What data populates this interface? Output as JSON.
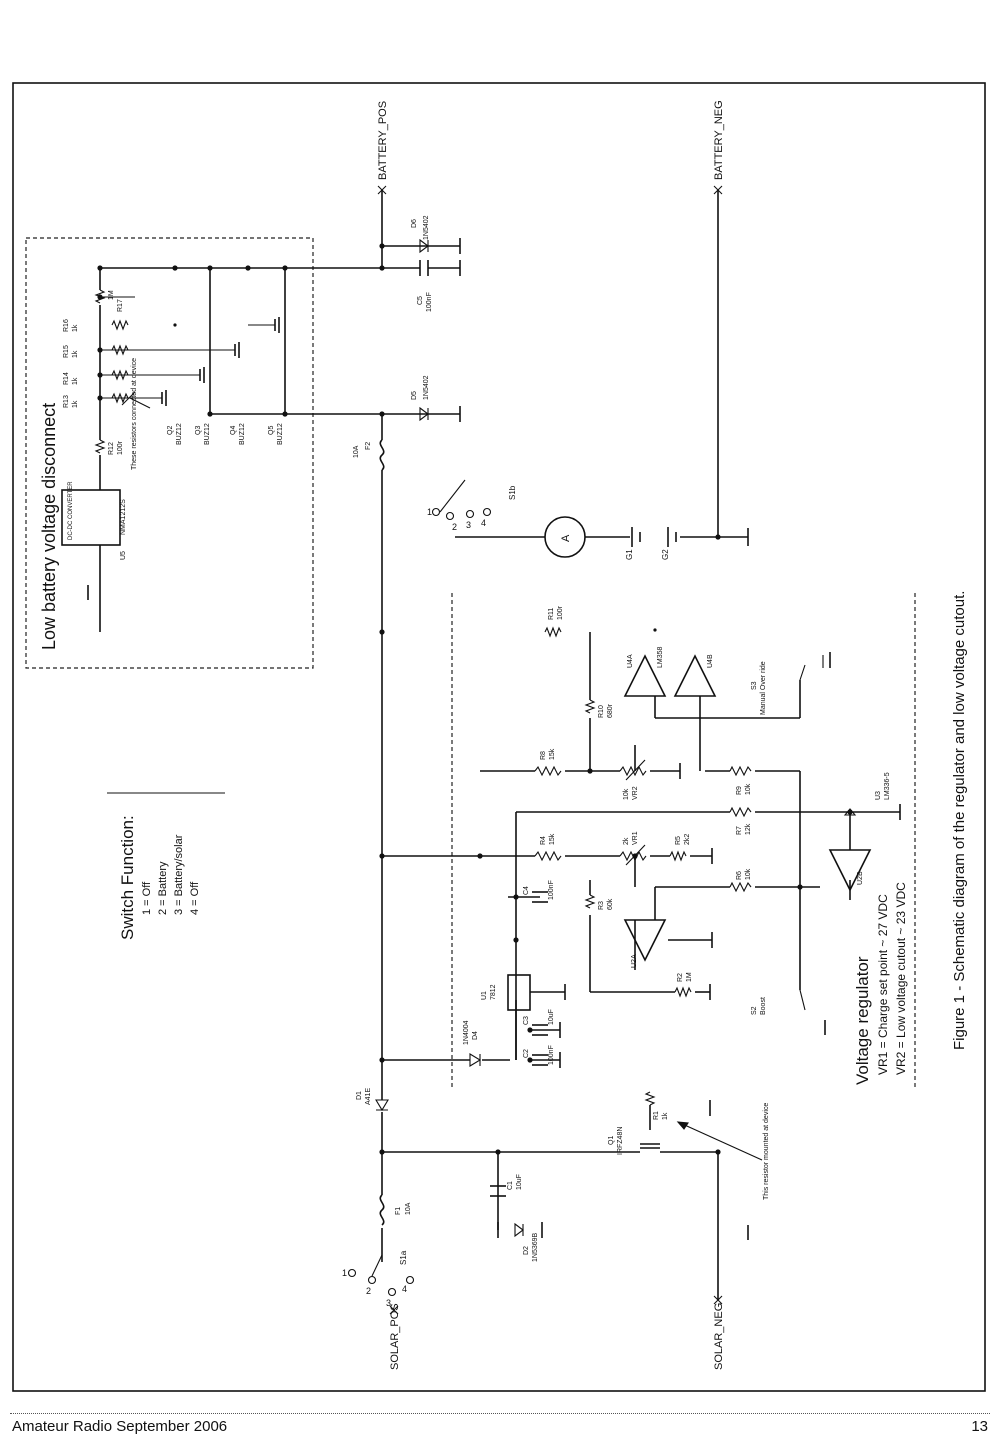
{
  "figure": {
    "caption": "Figure 1 - Schematic diagram of the regulator and low voltage cutout.",
    "box_low_battery_title": "Low battery voltage disconnect",
    "voltage_regulator": {
      "title": "Voltage regulator",
      "vr1_note": "VR1 = Charge set point ~ 27 VDC",
      "vr2_note": "VR2 = Low voltage cutout ~ 23 VDC"
    },
    "switch_function": {
      "title": "Switch Function:",
      "items": [
        "1 = Off",
        "2 = Battery",
        "3 = Battery/solar",
        "4 = Off"
      ]
    },
    "nets": {
      "battery_pos": "BATTERY_POS",
      "battery_neg": "BATTERY_NEG",
      "solar_pos": "SOLAR_POS",
      "solar_neg": "SOLAR_NEG"
    },
    "notes": {
      "resistors_connected": "These resistors connected at device",
      "resistor_mounted": "This resistor mounted at device"
    },
    "components": {
      "u5": "U5",
      "u5_part": "NMA1212S",
      "u5_desc": "DC-DC CONVERTER",
      "r13": "R13",
      "r13_val": "1k",
      "r14": "R14",
      "r14_val": "1k",
      "r15": "R15",
      "r15_val": "1k",
      "r16": "R16",
      "r16_val": "1k",
      "r17": "R17",
      "r17_val": "1M",
      "r12": "R12",
      "r12_val": "100r",
      "q2": "Q2",
      "q2_part": "BUZ12",
      "q3": "Q3",
      "q3_part": "BUZ12",
      "q4": "Q4",
      "q4_part": "BUZ12",
      "q5": "Q5",
      "q5_part": "BUZ12",
      "c5": "C5",
      "c5_val": "100nF",
      "d5": "D5",
      "d5_part": "1N5402",
      "d6": "D6",
      "d6_part": "1N5402",
      "f2": "F2",
      "f2_val": "10A",
      "s1b": "S1b",
      "g1": "G1",
      "g2": "G2",
      "r11": "R11",
      "r11_val": "100r",
      "u4a": "U4A",
      "u4b": "U4B",
      "u4_part": "LM358",
      "s3": "S3",
      "s3_desc": "Manual Over ride",
      "r10": "R10",
      "r10_val": "680r",
      "r8": "R8",
      "r8_val": "15k",
      "vr2": "VR2",
      "vr2_val": "10k",
      "r9": "R9",
      "r9_val": "10k",
      "u3": "U3",
      "u3_part": "LM336-5",
      "r4": "R4",
      "r4_val": "15k",
      "vr1": "VR1",
      "vr1_val": "2k",
      "r5": "R5",
      "r5_val": "2k2",
      "r7": "R7",
      "r7_val": "12k",
      "c4": "C4",
      "c4_val": "100nF",
      "r3": "R3",
      "r3_val": "60k",
      "r6": "R6",
      "r6_val": "10k",
      "u2b": "U2B",
      "u2a": "U2A",
      "u1": "U1",
      "u1_part": "7812",
      "r2": "R2",
      "r2_val": "1M",
      "s2": "S2",
      "s2_desc": "Boost",
      "c3": "C3",
      "c3_val": "10uF",
      "c2": "C2",
      "c2_val": "100nF",
      "d4": "D4",
      "d4_part": "1N4004",
      "d1": "D1",
      "d1_part": "A41E",
      "q1": "Q1",
      "q1_part": "IRFZ48N",
      "r1": "R1",
      "r1_val": "1k",
      "c1": "C1",
      "c1_val": "10uF",
      "f1": "F1",
      "f1_val": "10A",
      "d2": "D2",
      "d2_part": "1N5369B",
      "s1a": "S1a",
      "meter": "A"
    }
  },
  "footer": {
    "left": "Amateur Radio September 2006",
    "right": "13"
  }
}
